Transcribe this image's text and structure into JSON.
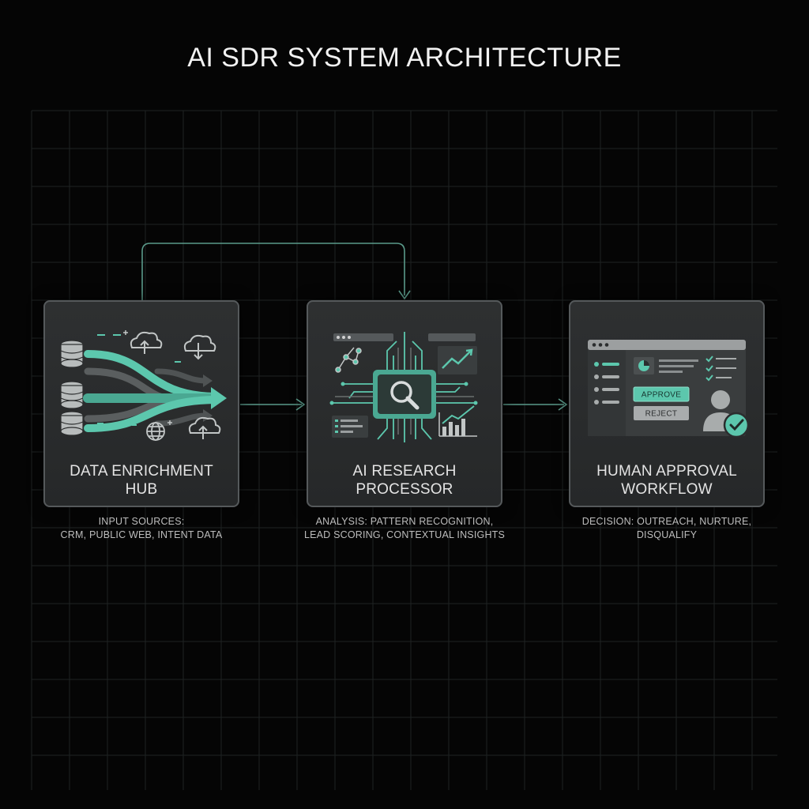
{
  "title": "AI SDR SYSTEM ARCHITECTURE",
  "colors": {
    "background": "#050505",
    "grid": "#1e2222",
    "accent": "#5cc7ad",
    "card_fill": "#2b2d2e",
    "card_border": "#55595b",
    "connector": "#5a9a8a"
  },
  "cards": [
    {
      "label_lines": [
        "DATA ENRICHMENT",
        "HUB"
      ],
      "caption_lines": [
        "INPUT SOURCES:",
        "CRM, PUBLIC WEB, INTENT DATA"
      ],
      "icons": [
        "database-icon",
        "cloud-upload-icon",
        "cloud-download-icon",
        "globe-icon",
        "merge-arrows-icon"
      ]
    },
    {
      "label_lines": [
        "AI RESEARCH",
        "PROCESSOR"
      ],
      "caption_lines": [
        "ANALYSIS: PATTERN RECOGNITION,",
        "LEAD SCORING, CONTEXTUAL INSIGHTS"
      ],
      "icons": [
        "magnifier-chip-icon",
        "network-graph-icon",
        "trend-chart-icon",
        "bar-chart-icon",
        "code-window-icon"
      ]
    },
    {
      "label_lines": [
        "HUMAN APPROVAL",
        "WORKFLOW"
      ],
      "caption_lines": [
        "DECISION: OUTREACH, NURTURE,",
        "DISQUALIFY"
      ],
      "buttons": {
        "approve": "APPROVE",
        "reject": "REJECT"
      },
      "icons": [
        "browser-window-icon",
        "checklist-icon",
        "user-icon",
        "check-badge-icon",
        "pie-chart-icon"
      ]
    }
  ]
}
